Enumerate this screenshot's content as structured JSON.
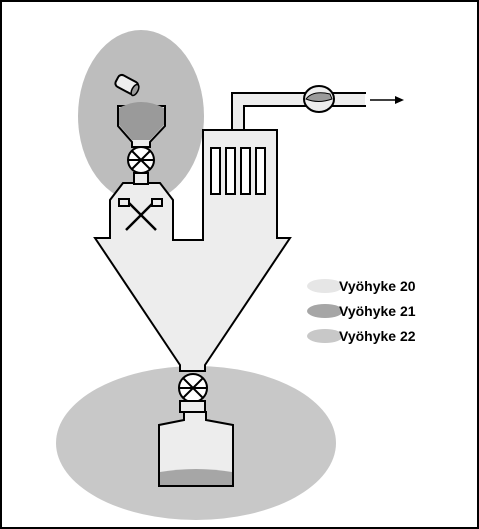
{
  "legend": {
    "items": [
      {
        "label": "Vyöhyke 20",
        "color": "#e6e6e6"
      },
      {
        "label": "Vyöhyke 21",
        "color": "#a6a6a6"
      },
      {
        "label": "Vyöhyke 22",
        "color": "#c8c8c8"
      }
    ]
  },
  "colors": {
    "zone_upper": "#bdbdbd",
    "zone_lower": "#c8c8c8",
    "equipment_fill": "#ededed",
    "powder": "#bfbfbf",
    "outline": "#000000"
  }
}
